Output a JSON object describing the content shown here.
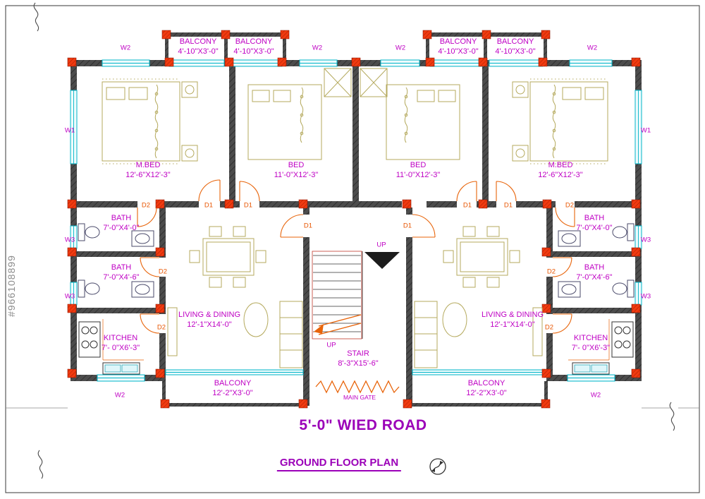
{
  "watermark": "#966108899",
  "title": "GROUND FLOOR PLAN",
  "road": "5'-0\" WIED ROAD",
  "main_gate": "MAIN GATE",
  "stair_up": "UP",
  "rooms": {
    "balcony_top": {
      "name": "BALCONY",
      "dims": "4'-10\"X3'-0\""
    },
    "mbed": {
      "name": "M.BED",
      "dims": "12'-6\"X12'-3\""
    },
    "bed": {
      "name": "BED",
      "dims": "11'-0\"X12'-3\""
    },
    "bath_upper": {
      "name": "BATH",
      "dims": "7'-0\"X4'-0\""
    },
    "bath_lower": {
      "name": "BATH",
      "dims": "7'-0\"X4'-6\""
    },
    "kitchen": {
      "name": "KITCHEN",
      "dims": "7'- 0\"X6'-3\""
    },
    "living": {
      "name": "LIVING & DINING",
      "dims": "12'-1\"X14'-0\""
    },
    "stair": {
      "name": "STAIR",
      "dims": "8'-3\"X15'-6\""
    },
    "balcony_bottom": {
      "name": "BALCONY",
      "dims": "12'-2\"X3'-0\""
    }
  },
  "marks": {
    "d1": "D1",
    "d2": "D2",
    "w1": "W1",
    "w2": "W2",
    "w3": "W3"
  },
  "colors": {
    "label": "#bf00c4",
    "heading": "#9b00b8",
    "door_label": "#e85500",
    "door_arc": "#e8640a",
    "wall": "#4c4c4c",
    "column": "#f03a10",
    "window": "#00b4c8",
    "furniture": "#b5aa5e",
    "watermark": "#8c8c8c"
  }
}
